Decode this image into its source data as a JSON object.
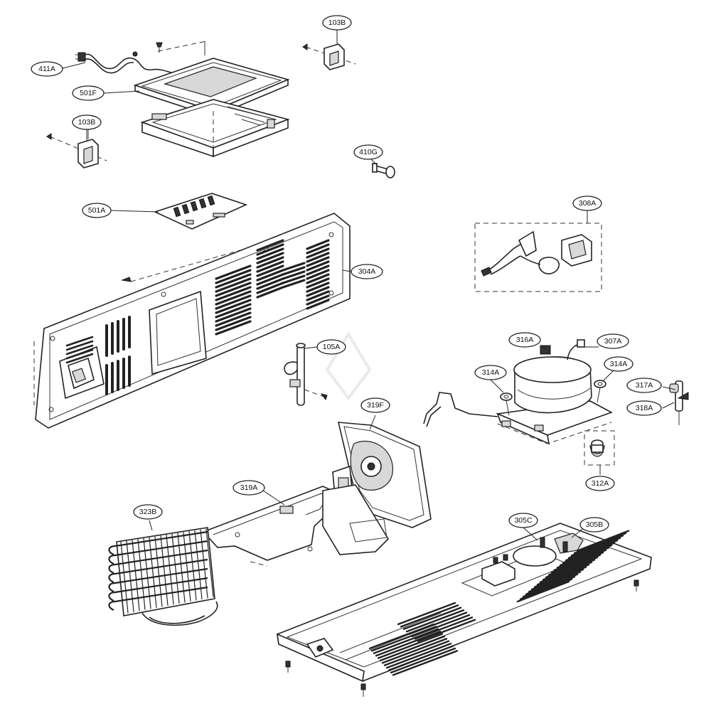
{
  "callouts": [
    {
      "id": "411A",
      "label": "411A"
    },
    {
      "id": "501F",
      "label": "501F"
    },
    {
      "id": "103B-top",
      "label": "103B"
    },
    {
      "id": "103B-left",
      "label": "103B"
    },
    {
      "id": "410G",
      "label": "410G"
    },
    {
      "id": "501A",
      "label": "501A"
    },
    {
      "id": "304A",
      "label": "304A"
    },
    {
      "id": "308A",
      "label": "308A"
    },
    {
      "id": "105A",
      "label": "105A"
    },
    {
      "id": "316A",
      "label": "316A"
    },
    {
      "id": "307A",
      "label": "307A"
    },
    {
      "id": "314A-left",
      "label": "314A"
    },
    {
      "id": "314A-right",
      "label": "314A"
    },
    {
      "id": "317A",
      "label": "317A"
    },
    {
      "id": "318A",
      "label": "318A"
    },
    {
      "id": "312A",
      "label": "312A"
    },
    {
      "id": "319F",
      "label": "319F"
    },
    {
      "id": "319A",
      "label": "319A"
    },
    {
      "id": "323B",
      "label": "323B"
    },
    {
      "id": "305C",
      "label": "305C"
    },
    {
      "id": "305B",
      "label": "305B"
    }
  ]
}
